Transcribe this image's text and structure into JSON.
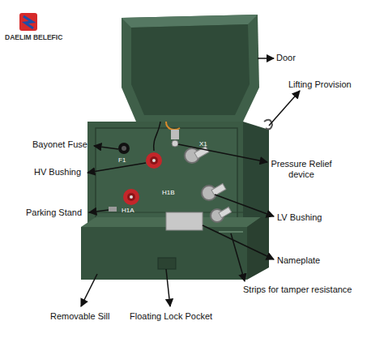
{
  "diagram": {
    "labels": [
      "DAELIM BELEFIC",
      "Door",
      "Lifting Provision",
      "Bayonet Fuse",
      "F1",
      "X1",
      "HV Bushing",
      "Pressure Relief device",
      "H1B",
      "H1A",
      "Parking Stand",
      "LV Bushing",
      "Nameplate",
      "Strips for tamper resistance",
      "Removable Sill",
      "Floating Lock Pocket"
    ]
  }
}
